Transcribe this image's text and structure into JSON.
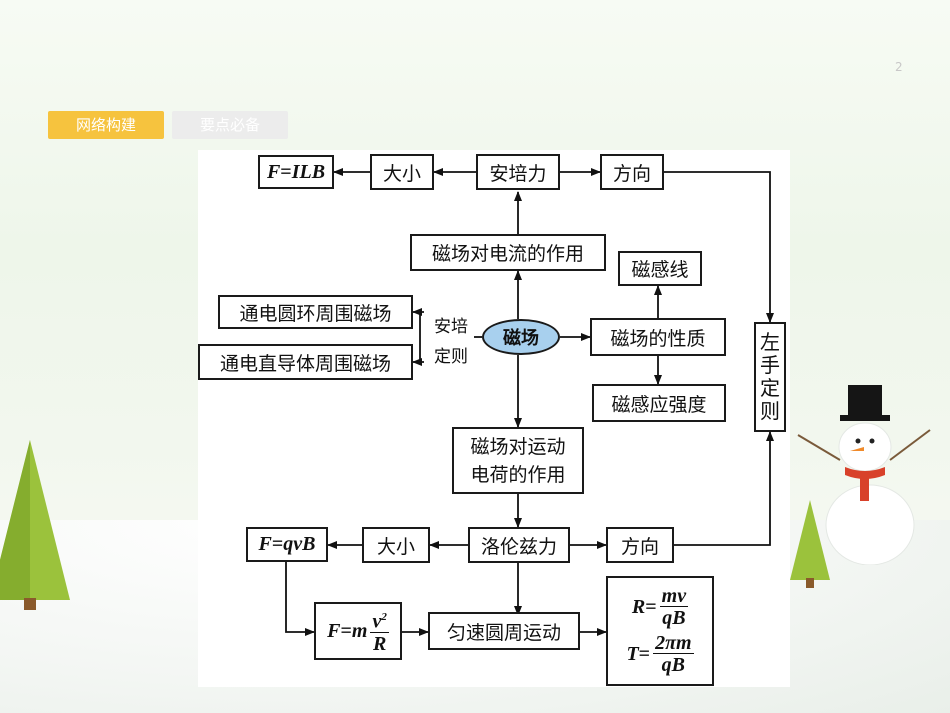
{
  "page_number": "2",
  "tabs": [
    {
      "label": "网络构建",
      "active": true
    },
    {
      "label": "要点必备",
      "active": false
    }
  ],
  "colors": {
    "tab_active": "#f6c33e",
    "tab_inactive": "#ececec",
    "oval_fill": "#a8d0ee"
  },
  "diagram": {
    "f_ilb": {
      "F": "F",
      "eq": "=",
      "ILB": "ILB"
    },
    "size_top": "大小",
    "ampere_force": "安培力",
    "direction_top": "方向",
    "field_on_current": "磁场对电流的作用",
    "field_lines": "磁感线",
    "ring_field": "通电圆环周围磁场",
    "straight_field": "通电直导体周围磁场",
    "ampere_rule": {
      "line1": "安培",
      "line2": "定则"
    },
    "magnetic_field": "磁场",
    "field_property": "磁场的性质",
    "left_hand_rule": [
      "左",
      "手",
      "定",
      "则"
    ],
    "induction_strength": "磁感应强度",
    "field_on_charge": {
      "line1": "磁场对运动",
      "line2": "电荷的作用"
    },
    "f_qvb": {
      "F": "F",
      "eq": "=",
      "qvB": "qvB"
    },
    "size_bottom": "大小",
    "lorentz_force": "洛伦兹力",
    "direction_bottom": "方向",
    "centripetal": {
      "F": "F",
      "eq": "= ",
      "m": "m",
      "num": "v",
      "exp": "2",
      "den": "R"
    },
    "uniform_circular": "匀速圆周运动",
    "radius": {
      "lhs": "R",
      "eq": "=",
      "num": "mv",
      "den": "qB"
    },
    "period": {
      "lhs": "T",
      "eq": "=",
      "num": "2πm",
      "den": "qB"
    }
  }
}
